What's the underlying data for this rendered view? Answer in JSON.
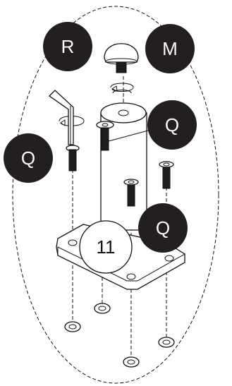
{
  "step_number": "11",
  "badges": {
    "r": "R",
    "m": "M",
    "q_top": "Q",
    "q_left": "Q",
    "q_bottom": "Q"
  },
  "colors": {
    "badge_fill": "#231f20",
    "badge_text": "#ffffff",
    "line": "#111111"
  }
}
